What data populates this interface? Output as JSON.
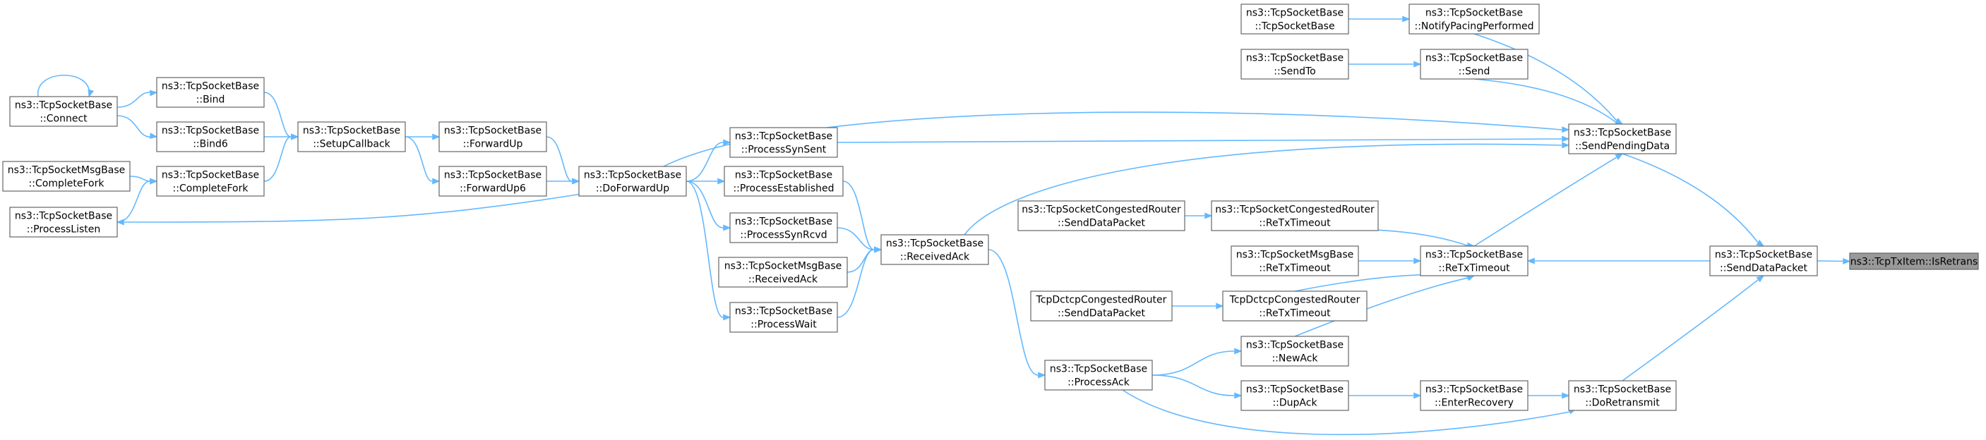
{
  "nodes": [
    {
      "id": "isretrans",
      "lines": [
        "ns3::TcpTxItem::IsRetrans"
      ],
      "root": true
    },
    {
      "id": "senddatapacket",
      "lines": [
        "ns3::TcpSocketBase",
        "::SendDataPacket"
      ]
    },
    {
      "id": "sendpendingdata",
      "lines": [
        "ns3::TcpSocketBase",
        "::SendPendingData"
      ]
    },
    {
      "id": "retxtimeout",
      "lines": [
        "ns3::TcpSocketBase",
        "::ReTxTimeout"
      ]
    },
    {
      "id": "doretransmit",
      "lines": [
        "ns3::TcpSocketBase",
        "::DoRetransmit"
      ]
    },
    {
      "id": "notifypacing",
      "lines": [
        "ns3::TcpSocketBase",
        "::NotifyPacingPerformed"
      ]
    },
    {
      "id": "send",
      "lines": [
        "ns3::TcpSocketBase",
        "::Send"
      ]
    },
    {
      "id": "ctor",
      "lines": [
        "ns3::TcpSocketBase",
        "::TcpSocketBase"
      ]
    },
    {
      "id": "sendto",
      "lines": [
        "ns3::TcpSocketBase",
        "::SendTo"
      ]
    },
    {
      "id": "cr_retx",
      "lines": [
        "ns3::TcpSocketCongestedRouter",
        "::ReTxTimeout"
      ]
    },
    {
      "id": "cr_send",
      "lines": [
        "ns3::TcpSocketCongestedRouter",
        "::SendDataPacket"
      ]
    },
    {
      "id": "msg_retx",
      "lines": [
        "ns3::TcpSocketMsgBase",
        "::ReTxTimeout"
      ]
    },
    {
      "id": "dctcp_retx",
      "lines": [
        "TcpDctcpCongestedRouter",
        "::ReTxTimeout"
      ]
    },
    {
      "id": "dctcp_send",
      "lines": [
        "TcpDctcpCongestedRouter",
        "::SendDataPacket"
      ]
    },
    {
      "id": "newack",
      "lines": [
        "ns3::TcpSocketBase",
        "::NewAck"
      ]
    },
    {
      "id": "dupack",
      "lines": [
        "ns3::TcpSocketBase",
        "::DupAck"
      ]
    },
    {
      "id": "enterrecovery",
      "lines": [
        "ns3::TcpSocketBase",
        "::EnterRecovery"
      ]
    },
    {
      "id": "processack",
      "lines": [
        "ns3::TcpSocketBase",
        "::ProcessAck"
      ]
    },
    {
      "id": "receivedack",
      "lines": [
        "ns3::TcpSocketBase",
        "::ReceivedAck"
      ]
    },
    {
      "id": "processsynsent",
      "lines": [
        "ns3::TcpSocketBase",
        "::ProcessSynSent"
      ]
    },
    {
      "id": "processestablished",
      "lines": [
        "ns3::TcpSocketBase",
        "::ProcessEstablished"
      ]
    },
    {
      "id": "processsynrcvd",
      "lines": [
        "ns3::TcpSocketBase",
        "::ProcessSynRcvd"
      ]
    },
    {
      "id": "msg_receivedack",
      "lines": [
        "ns3::TcpSocketMsgBase",
        "::ReceivedAck"
      ]
    },
    {
      "id": "processwait",
      "lines": [
        "ns3::TcpSocketBase",
        "::ProcessWait"
      ]
    },
    {
      "id": "doforwardup",
      "lines": [
        "ns3::TcpSocketBase",
        "::DoForwardUp"
      ]
    },
    {
      "id": "forwardup",
      "lines": [
        "ns3::TcpSocketBase",
        "::ForwardUp"
      ]
    },
    {
      "id": "forwardup6",
      "lines": [
        "ns3::TcpSocketBase",
        "::ForwardUp6"
      ]
    },
    {
      "id": "setupcallback",
      "lines": [
        "ns3::TcpSocketBase",
        "::SetupCallback"
      ]
    },
    {
      "id": "bind",
      "lines": [
        "ns3::TcpSocketBase",
        "::Bind"
      ]
    },
    {
      "id": "bind6",
      "lines": [
        "ns3::TcpSocketBase",
        "::Bind6"
      ]
    },
    {
      "id": "connect",
      "lines": [
        "ns3::TcpSocketBase",
        "::Connect"
      ]
    },
    {
      "id": "completefork",
      "lines": [
        "ns3::TcpSocketBase",
        "::CompleteFork"
      ]
    },
    {
      "id": "msg_completefork",
      "lines": [
        "ns3::TcpSocketMsgBase",
        "::CompleteFork"
      ]
    },
    {
      "id": "processlisten",
      "lines": [
        "ns3::TcpSocketBase",
        "::ProcessListen"
      ]
    }
  ],
  "edges": [
    [
      "senddatapacket",
      "isretrans"
    ],
    [
      "sendpendingdata",
      "senddatapacket"
    ],
    [
      "retxtimeout",
      "senddatapacket"
    ],
    [
      "doretransmit",
      "senddatapacket"
    ],
    [
      "notifypacing",
      "sendpendingdata"
    ],
    [
      "send",
      "sendpendingdata"
    ],
    [
      "ctor",
      "notifypacing"
    ],
    [
      "sendto",
      "send"
    ],
    [
      "retxtimeout",
      "sendpendingdata"
    ],
    [
      "cr_retx",
      "retxtimeout"
    ],
    [
      "msg_retx",
      "retxtimeout"
    ],
    [
      "dctcp_retx",
      "retxtimeout"
    ],
    [
      "newack",
      "retxtimeout"
    ],
    [
      "cr_send",
      "cr_retx"
    ],
    [
      "dctcp_send",
      "dctcp_retx"
    ],
    [
      "processack",
      "newack"
    ],
    [
      "processack",
      "dupack"
    ],
    [
      "dupack",
      "enterrecovery"
    ],
    [
      "enterrecovery",
      "doretransmit"
    ],
    [
      "processack",
      "doretransmit"
    ],
    [
      "receivedack",
      "processack"
    ],
    [
      "receivedack",
      "sendpendingdata"
    ],
    [
      "processestablished",
      "receivedack"
    ],
    [
      "processsynrcvd",
      "receivedack"
    ],
    [
      "msg_receivedack",
      "receivedack"
    ],
    [
      "processwait",
      "receivedack"
    ],
    [
      "processsynsent",
      "sendpendingdata"
    ],
    [
      "doforwardup",
      "sendpendingdata"
    ],
    [
      "doforwardup",
      "processsynsent"
    ],
    [
      "doforwardup",
      "processestablished"
    ],
    [
      "doforwardup",
      "processsynrcvd"
    ],
    [
      "doforwardup",
      "processwait"
    ],
    [
      "doforwardup",
      "processlisten"
    ],
    [
      "forwardup",
      "doforwardup"
    ],
    [
      "forwardup6",
      "doforwardup"
    ],
    [
      "setupcallback",
      "forwardup"
    ],
    [
      "setupcallback",
      "forwardup6"
    ],
    [
      "bind",
      "setupcallback"
    ],
    [
      "bind6",
      "setupcallback"
    ],
    [
      "completefork",
      "setupcallback"
    ],
    [
      "connect",
      "bind"
    ],
    [
      "connect",
      "bind6"
    ],
    [
      "connect",
      "connect"
    ],
    [
      "msg_completefork",
      "completefork"
    ],
    [
      "processlisten",
      "completefork"
    ],
    [
      "processsynsent",
      "doforwardup"
    ]
  ],
  "colors": {
    "edge": "#63b8ff",
    "node_border": "#666666",
    "node_fill": "#ffffff",
    "root_fill": "#999999"
  }
}
